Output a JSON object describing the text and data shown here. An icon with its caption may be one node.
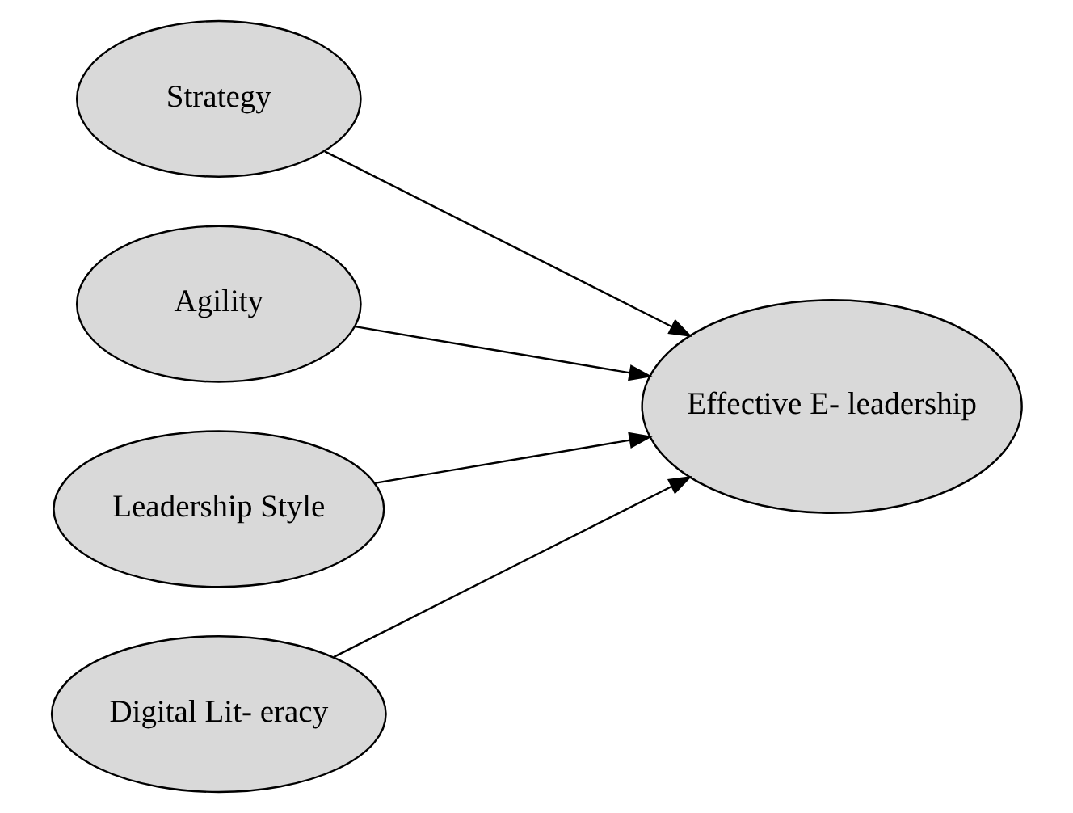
{
  "diagram": {
    "nodes": [
      {
        "text": [
          "Strategy"
        ]
      },
      {
        "text": [
          "Agility"
        ]
      },
      {
        "text": [
          "Leadership Style"
        ]
      },
      {
        "text": [
          "Digital Lit- eracy"
        ]
      },
      {
        "text": [
          "Effective E- leadership"
        ]
      }
    ],
    "edges": [
      {
        "from": 0,
        "to": 4,
        "arrow": "to"
      },
      {
        "from": 1,
        "to": 4,
        "arrow": "to"
      },
      {
        "from": 2,
        "to": 4,
        "arrow": "to"
      },
      {
        "from": 3,
        "to": 4,
        "arrow": "to"
      }
    ]
  }
}
